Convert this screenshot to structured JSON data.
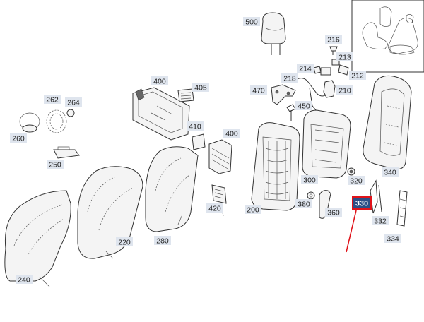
{
  "accent": "#e0131a",
  "highlight": {
    "fill": "#2c4f86",
    "text": "#ffffff"
  },
  "labels": {
    "l500": "500",
    "l216": "216",
    "l213": "213",
    "l212": "212",
    "l214": "214",
    "l218": "218",
    "l210": "210",
    "l470": "470",
    "l450": "450",
    "l400a": "400",
    "l405": "405",
    "l262": "262",
    "l264": "264",
    "l260": "260",
    "l250": "250",
    "l410": "410",
    "l400b": "400",
    "l300": "300",
    "l320": "320",
    "l340": "340",
    "l420": "420",
    "l200": "200",
    "l380": "380",
    "l360": "360",
    "l330": "330",
    "l332": "332",
    "l334": "334",
    "l220": "220",
    "l280": "280",
    "l240": "240"
  }
}
